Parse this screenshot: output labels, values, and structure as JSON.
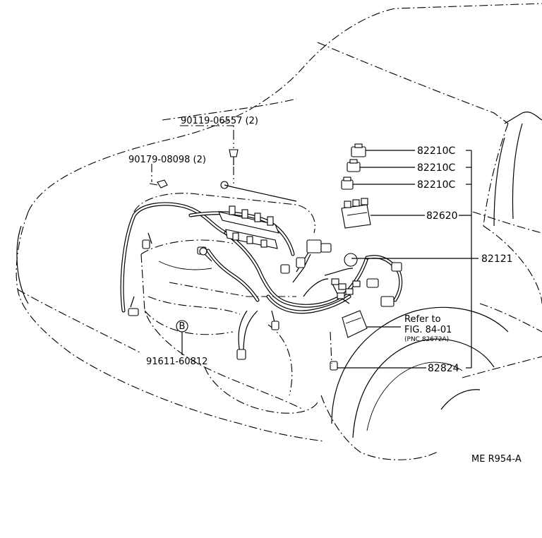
{
  "parts": {
    "bolt_top": "90119-06557 (2)",
    "nut_left": "90179-08098 (2)",
    "relay_1": "82210C",
    "relay_2": "82210C",
    "relay_3": "82210C",
    "relay_block": "82620",
    "wire_harness": "82121",
    "refer_line1": "Refer to",
    "refer_line2": "FIG. 84-01",
    "refer_line3": "(PNC 82672A)",
    "sensor": "82824",
    "clamp_mark": "B",
    "clamp": "91611-60812"
  },
  "figure_id": "ME R954-A"
}
